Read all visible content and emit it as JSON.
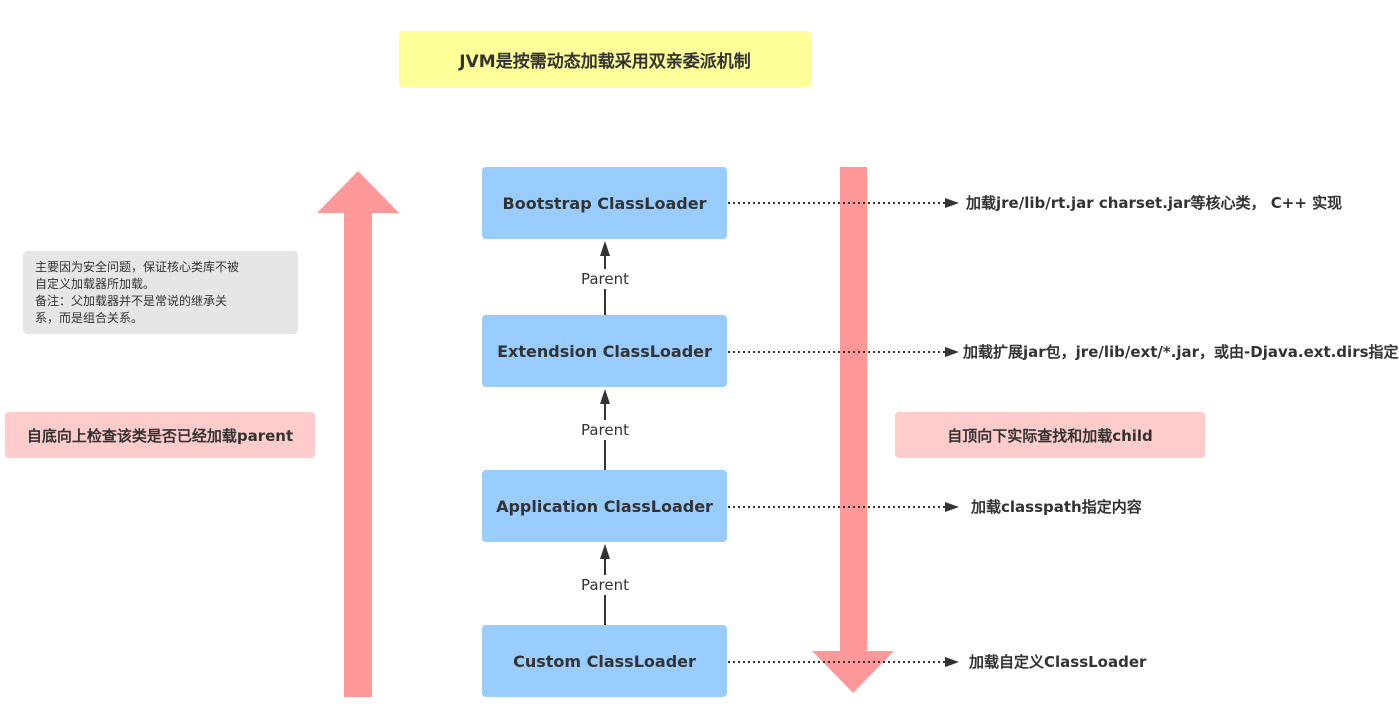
{
  "title": "JVM是按需动态加载采用双亲委派机制",
  "note": {
    "lines": [
      "主要因为安全问题，保证核心类库不被",
      "自定义加载器所加载。",
      "备注：父加载器并不是常说的继承关",
      "系，而是组合关系。"
    ]
  },
  "left_label": "自底向上检查该类是否已经加载parent",
  "right_label": "自顶向下实际查找和加载child",
  "loaders": [
    {
      "name": "Bootstrap ClassLoader",
      "desc": "加载jre/lib/rt.jar charset.jar等核心类， C++ 实现"
    },
    {
      "name": "Extendsion ClassLoader",
      "desc": "加载扩展jar包，jre/lib/ext/*.jar，或由-Djava.ext.dirs指定"
    },
    {
      "name": "Application ClassLoader",
      "desc": "加载classpath指定内容"
    },
    {
      "name": "Custom ClassLoader",
      "desc": "加载自定义ClassLoader"
    }
  ],
  "parent_labels": [
    "Parent",
    "Parent",
    "Parent"
  ],
  "colors": {
    "title_bg": "#ffff99",
    "loader_bg": "#99ccff",
    "note_bg": "#e6e6e6",
    "label_bg": "#ffcccc",
    "big_arrow": "#ff9999",
    "line": "#333333"
  }
}
